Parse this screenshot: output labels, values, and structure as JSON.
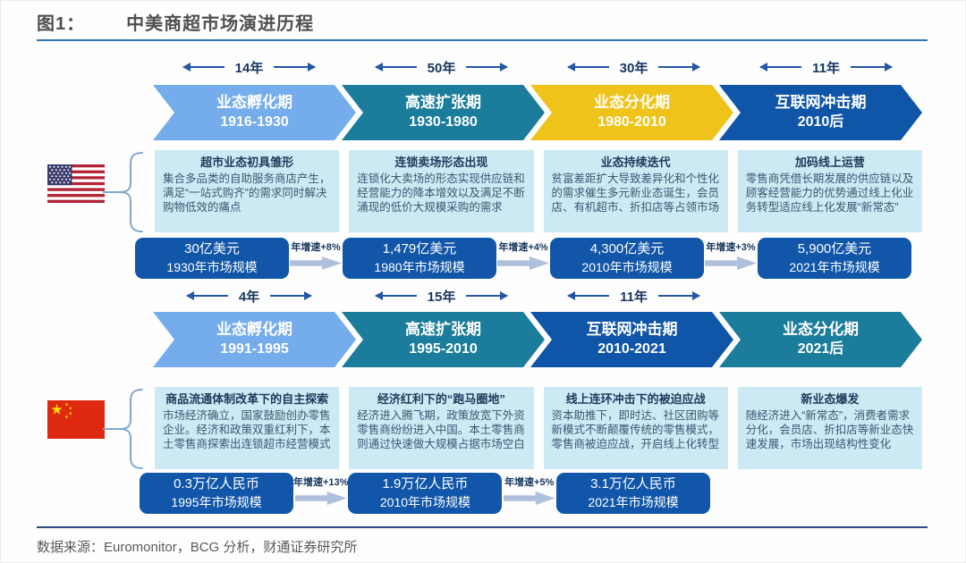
{
  "page": {
    "figure_label": "图1：",
    "title": "中美商超市场演进历程",
    "source": "数据来源：Euromonitor，BCG 分析，财通证券研究所"
  },
  "colors": {
    "incubation_blue": "#74ACEC",
    "expansion_teal": "#1B7D9B",
    "differentiation_yellow": "#EFC319",
    "internet_dark_blue": "#0F55A8",
    "market_box_blue": "#1156A8",
    "growth_arrow_gray": "#AFC0DD",
    "desc_box_cyan": "#CDE9F3",
    "header_underline": "#2E75B6"
  },
  "us": {
    "durations": [
      "14年",
      "50年",
      "30年",
      "11年"
    ],
    "phases": [
      {
        "name": "业态孵化期",
        "years": "1916-1930",
        "color": "#74ACEC"
      },
      {
        "name": "高速扩张期",
        "years": "1930-1980",
        "color": "#1B7D9B"
      },
      {
        "name": "业态分化期",
        "years": "1980-2010",
        "color": "#EFC319"
      },
      {
        "name": "互联网冲击期",
        "years": "2010后",
        "color": "#0F55A8"
      }
    ],
    "descriptions": [
      {
        "title": "超市业态初具雏形",
        "body": "集合多品类的自助服务商店产生，满足“一站式购齐”的需求同时解决购物低效的痛点"
      },
      {
        "title": "连锁卖场形态出现",
        "body": "连锁化大卖场的形态实现供应链和经营能力的降本增效以及满足不断涌现的低价大规模采购的需求"
      },
      {
        "title": "业态持续迭代",
        "body": "贫富差距扩大导致差异化和个性化的需求催生多元新业态诞生，会员店、有机超市、折扣店等占领市场"
      },
      {
        "title": "加码线上运营",
        "body": "零售商凭借长期发展的供应链以及顾客经营能力的优势通过线上化业务转型适应线上化发展“新常态”"
      }
    ],
    "market": [
      {
        "value": "30亿美元",
        "label": "1930年市场规模"
      },
      {
        "value": "1,479亿美元",
        "label": "1980年市场规模"
      },
      {
        "value": "4,300亿美元",
        "label": "2010年市场规模"
      },
      {
        "value": "5,900亿美元",
        "label": "2021年市场规模"
      }
    ],
    "growth": [
      "年增速+8%",
      "年增速+4%",
      "年增速+3%"
    ]
  },
  "cn": {
    "durations": [
      "4年",
      "15年",
      "11年"
    ],
    "phases": [
      {
        "name": "业态孵化期",
        "years": "1991-1995",
        "color": "#74ACEC"
      },
      {
        "name": "高速扩张期",
        "years": "1995-2010",
        "color": "#1B7D9B"
      },
      {
        "name": "互联网冲击期",
        "years": "2010-2021",
        "color": "#0F55A8"
      },
      {
        "name": "业态分化期",
        "years": "2021后",
        "color": "#1B7D9B"
      }
    ],
    "descriptions": [
      {
        "title": "商品流通体制改革下的自主探索",
        "body": "市场经济确立，国家鼓励创办零售企业。经济和政策双重红利下，本土零售商探索出连锁超市经营模式"
      },
      {
        "title": "经济红利下的“跑马圈地”",
        "body": "经济进入腾飞期，政策放宽下外资零售商纷纷进入中国。本土零售商则通过快速做大规模占据市场空白"
      },
      {
        "title": "线上连环冲击下的被迫应战",
        "body": "资本助推下，即时达、社区团购等新模式不断颠覆传统的零售模式，零售商被迫应战，开启线上化转型"
      },
      {
        "title": "新业态爆发",
        "body": "随经济进入“新常态”，消费者需求分化，会员店、折扣店等新业态快速发展，市场出现结构性变化"
      }
    ],
    "market": [
      {
        "value": "0.3万亿人民币",
        "label": "1995年市场规模"
      },
      {
        "value": "1.9万亿人民币",
        "label": "2010年市场规模"
      },
      {
        "value": "3.1万亿人民币",
        "label": "2021年市场规模"
      }
    ],
    "growth": [
      "年增速+13%",
      "年增速+5%"
    ]
  }
}
